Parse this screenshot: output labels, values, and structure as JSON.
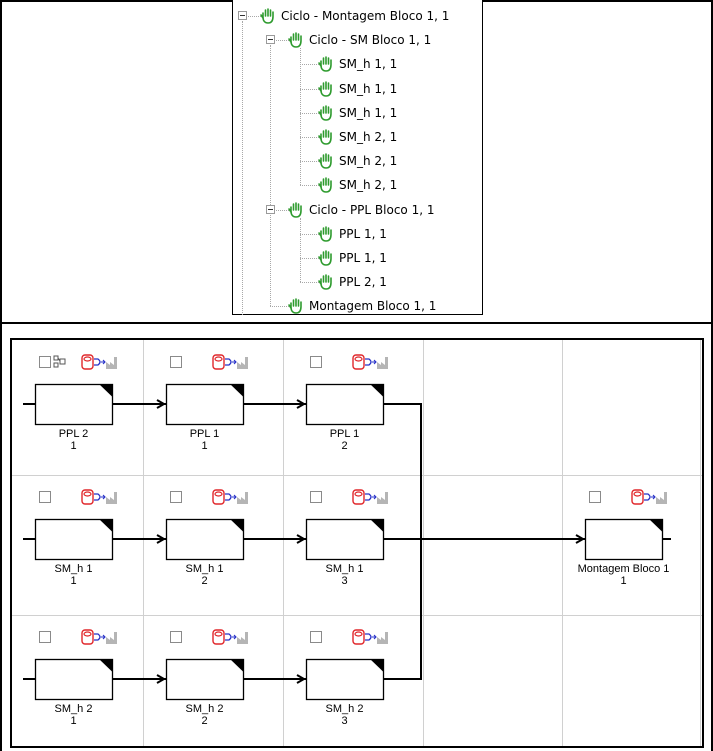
{
  "tree": {
    "items": [
      {
        "label": "Ciclo - Montagem Bloco 1, 1",
        "level": 0,
        "expanded": true,
        "icon": "hand-icon"
      },
      {
        "label": "Ciclo - SM Bloco 1, 1",
        "level": 1,
        "expanded": true,
        "icon": "hand-icon"
      },
      {
        "label": "SM_h 1, 1",
        "level": 2,
        "icon": "hand-icon"
      },
      {
        "label": "SM_h 1, 1",
        "level": 2,
        "icon": "hand-icon"
      },
      {
        "label": "SM_h 1, 1",
        "level": 2,
        "icon": "hand-icon"
      },
      {
        "label": "SM_h 2, 1",
        "level": 2,
        "icon": "hand-icon"
      },
      {
        "label": "SM_h 2, 1",
        "level": 2,
        "icon": "hand-icon"
      },
      {
        "label": "SM_h 2, 1",
        "level": 2,
        "icon": "hand-icon"
      },
      {
        "label": "Ciclo - PPL Bloco 1, 1",
        "level": 1,
        "expanded": true,
        "icon": "hand-icon"
      },
      {
        "label": "PPL 1, 1",
        "level": 2,
        "icon": "hand-icon"
      },
      {
        "label": "PPL 1, 1",
        "level": 2,
        "icon": "hand-icon"
      },
      {
        "label": "PPL 2, 1",
        "level": 2,
        "icon": "hand-icon"
      },
      {
        "label": "Montagem Bloco 1, 1",
        "level": 1,
        "icon": "hand-icon"
      }
    ]
  },
  "diagram": {
    "nodes": [
      {
        "id": "ppl2-1",
        "name": "PPL 2",
        "index": "1",
        "row": 0,
        "col": 0,
        "extra_icon": "hierarchy-icon"
      },
      {
        "id": "ppl1-1",
        "name": "PPL 1",
        "index": "1",
        "row": 0,
        "col": 1
      },
      {
        "id": "ppl1-2",
        "name": "PPL 1",
        "index": "2",
        "row": 0,
        "col": 2
      },
      {
        "id": "smh1-1",
        "name": "SM_h 1",
        "index": "1",
        "row": 1,
        "col": 0
      },
      {
        "id": "smh1-2",
        "name": "SM_h 1",
        "index": "2",
        "row": 1,
        "col": 1
      },
      {
        "id": "smh1-3",
        "name": "SM_h 1",
        "index": "3",
        "row": 1,
        "col": 2
      },
      {
        "id": "montagem-1",
        "name": "Montagem Bloco 1",
        "index": "1",
        "row": 1,
        "col": 4
      },
      {
        "id": "smh2-1",
        "name": "SM_h 2",
        "index": "1",
        "row": 2,
        "col": 0
      },
      {
        "id": "smh2-2",
        "name": "SM_h 2",
        "index": "2",
        "row": 2,
        "col": 1
      },
      {
        "id": "smh2-3",
        "name": "SM_h 2",
        "index": "3",
        "row": 2,
        "col": 2
      }
    ],
    "links": [
      [
        "ppl2-1",
        "ppl1-1"
      ],
      [
        "ppl1-1",
        "ppl1-2"
      ],
      [
        "ppl1-2",
        "montagem-1"
      ],
      [
        "smh1-1",
        "smh1-2"
      ],
      [
        "smh1-2",
        "smh1-3"
      ],
      [
        "smh1-3",
        "montagem-1"
      ],
      [
        "smh2-1",
        "smh2-2"
      ],
      [
        "smh2-2",
        "smh2-3"
      ],
      [
        "smh2-3",
        "montagem-1"
      ]
    ],
    "colors": {
      "hand_green": "#2e9b2e",
      "db_red": "#e0262a",
      "link_blue": "#2630c8",
      "factory_gray": "#b5b5b5",
      "grid": "#d0d0d0"
    }
  }
}
